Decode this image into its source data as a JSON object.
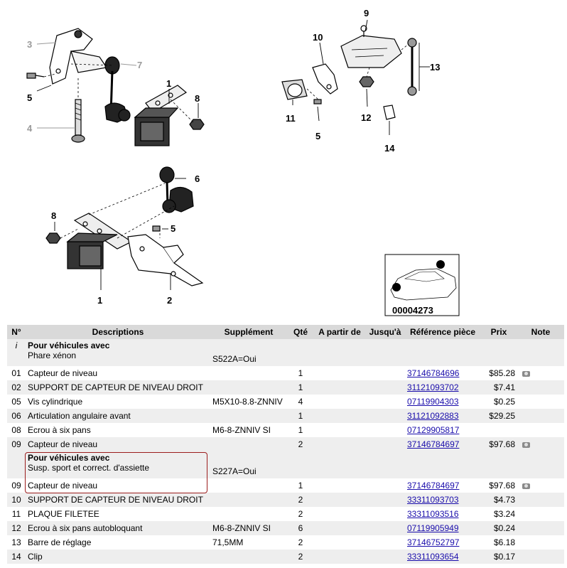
{
  "diagram": {
    "labels": [
      {
        "text": "3",
        "grey": true
      },
      {
        "text": "7",
        "grey": true
      },
      {
        "text": "5",
        "grey": false
      },
      {
        "text": "1",
        "grey": false
      },
      {
        "text": "8",
        "grey": false
      },
      {
        "text": "4",
        "grey": true
      },
      {
        "text": "9",
        "grey": false
      },
      {
        "text": "10",
        "grey": false
      },
      {
        "text": "13",
        "grey": false
      },
      {
        "text": "11",
        "grey": false
      },
      {
        "text": "5",
        "grey": false
      },
      {
        "text": "12",
        "grey": false
      },
      {
        "text": "14",
        "grey": false
      },
      {
        "text": "6",
        "grey": false
      },
      {
        "text": "8",
        "grey": false
      },
      {
        "text": "5",
        "grey": false
      },
      {
        "text": "1",
        "grey": false
      },
      {
        "text": "2",
        "grey": false
      }
    ],
    "thumbnail_code": "00004273"
  },
  "table": {
    "headers": [
      "N°",
      "Descriptions",
      "Supplément",
      "Qté",
      "A partir de",
      "Jusqu'à",
      "Référence pièce",
      "Prix",
      "Note"
    ],
    "info1": {
      "marker": "i",
      "title": "Pour véhicules avec",
      "subtitle": "Phare xénon",
      "suppl": "S522A=Oui"
    },
    "info2": {
      "title": "Pour véhicules avec",
      "subtitle": "Susp. sport et correct. d'assiette",
      "suppl": "S227A=Oui"
    },
    "rows": [
      {
        "no": "01",
        "desc": "Capteur de niveau",
        "suppl": "",
        "qty": "1",
        "ref": "37146784696",
        "price": "$85.28",
        "photo": true
      },
      {
        "no": "02",
        "desc": "SUPPORT DE CAPTEUR DE NIVEAU DROIT",
        "suppl": "",
        "qty": "1",
        "ref": "31121093702",
        "price": "$7.41",
        "photo": false
      },
      {
        "no": "05",
        "desc": "Vis cylindrique",
        "suppl": "M5X10-8.8-ZNNIV",
        "qty": "4",
        "ref": "07119904303",
        "price": "$0.25",
        "photo": false
      },
      {
        "no": "06",
        "desc": "Articulation angulaire avant",
        "suppl": "",
        "qty": "1",
        "ref": "31121092883",
        "price": "$29.25",
        "photo": false
      },
      {
        "no": "08",
        "desc": "Ecrou à six pans",
        "suppl": "M6-8-ZNNIV SI",
        "qty": "1",
        "ref": "07129905817",
        "price": "",
        "photo": false
      },
      {
        "no": "09",
        "desc": "Capteur de niveau",
        "suppl": "",
        "qty": "2",
        "ref": "37146784697",
        "price": "$97.68",
        "photo": true
      }
    ],
    "rows2": [
      {
        "no": "09",
        "desc": "Capteur de niveau",
        "suppl": "",
        "qty": "1",
        "ref": "37146784697",
        "price": "$97.68",
        "photo": true
      },
      {
        "no": "10",
        "desc": "SUPPORT DE CAPTEUR DE NIVEAU DROIT",
        "suppl": "",
        "qty": "2",
        "ref": "33311093703",
        "price": "$4.73",
        "photo": false
      },
      {
        "no": "11",
        "desc": "PLAQUE FILETEE",
        "suppl": "",
        "qty": "2",
        "ref": "33311093516",
        "price": "$3.24",
        "photo": false
      },
      {
        "no": "12",
        "desc": "Ecrou à six pans autobloquant",
        "suppl": "M6-8-ZNNIV SI",
        "qty": "6",
        "ref": "07119905949",
        "price": "$0.24",
        "photo": false
      },
      {
        "no": "13",
        "desc": "Barre de réglage",
        "suppl": "71,5MM",
        "qty": "2",
        "ref": "37146752797",
        "price": "$6.18",
        "photo": false
      },
      {
        "no": "14",
        "desc": "Clip",
        "suppl": "",
        "qty": "2",
        "ref": "33311093654",
        "price": "$0.17",
        "photo": false
      }
    ]
  }
}
